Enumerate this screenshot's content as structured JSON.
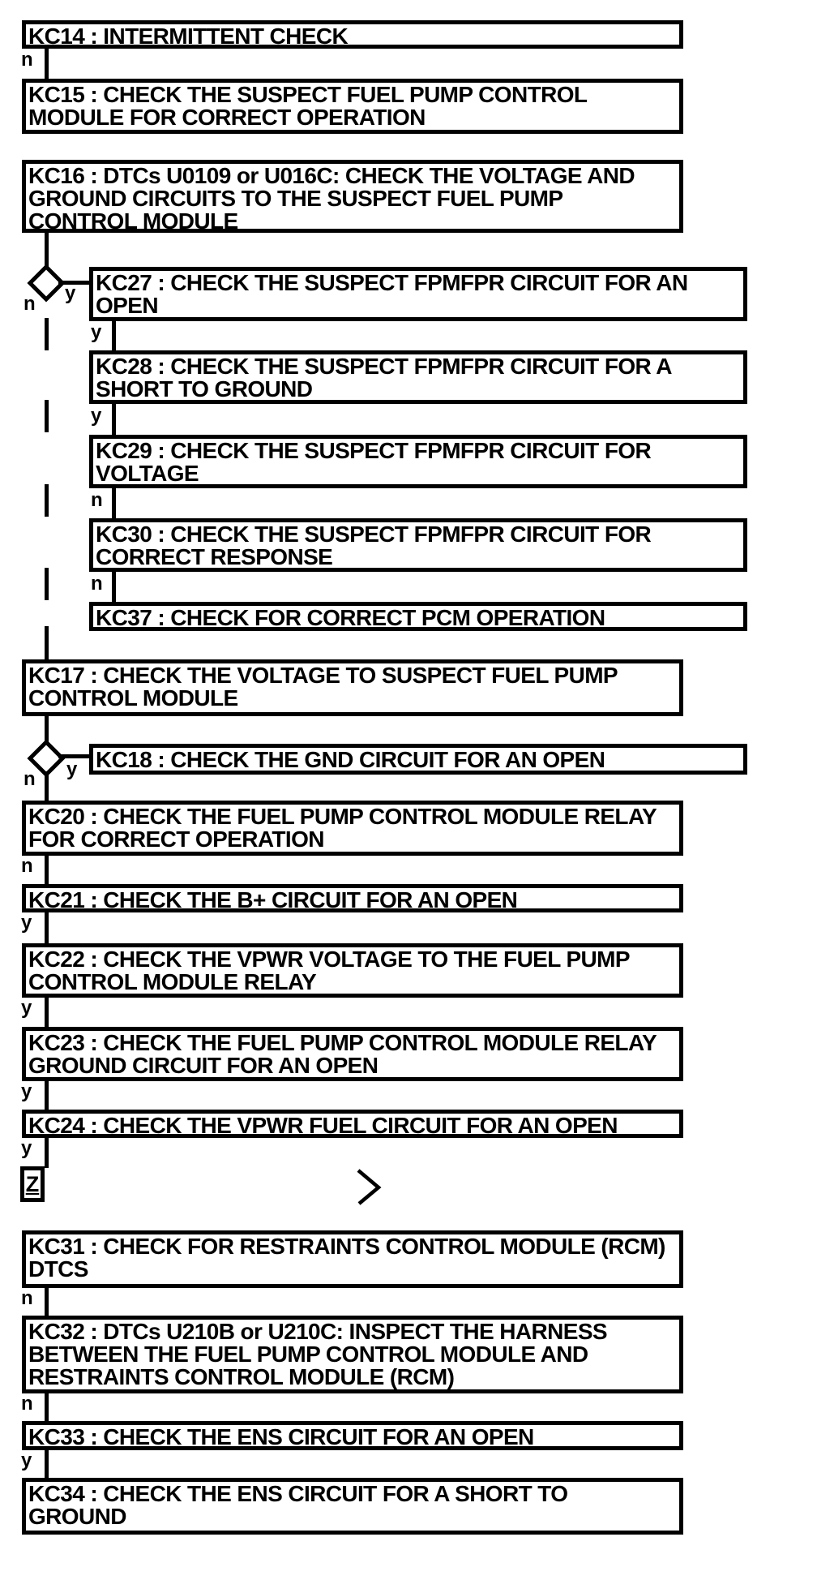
{
  "flowchart": {
    "colors": {
      "line": "#000000",
      "fill": "#ffffff",
      "text": "#000000"
    },
    "nodes": [
      {
        "id": "KC14",
        "text": "KC14 : INTERMITTENT CHECK"
      },
      {
        "id": "KC15",
        "text": "KC15 : CHECK THE SUSPECT FUEL PUMP CONTROL\nMODULE FOR CORRECT OPERATION"
      },
      {
        "id": "KC16",
        "text": "KC16 : DTCs U0109 or U016C: CHECK THE VOLTAGE AND\nGROUND CIRCUITS TO THE SUSPECT FUEL PUMP\nCONTROL MODULE"
      },
      {
        "id": "KC27",
        "text": "KC27 : CHECK THE SUSPECT FPMFPR CIRCUIT FOR AN\nOPEN"
      },
      {
        "id": "KC28",
        "text": "KC28 : CHECK THE SUSPECT FPMFPR CIRCUIT FOR A\nSHORT TO GROUND"
      },
      {
        "id": "KC29",
        "text": "KC29 : CHECK THE SUSPECT FPMFPR CIRCUIT FOR\nVOLTAGE"
      },
      {
        "id": "KC30",
        "text": "KC30 : CHECK THE SUSPECT FPMFPR CIRCUIT FOR\nCORRECT RESPONSE"
      },
      {
        "id": "KC37",
        "text": "KC37 : CHECK FOR CORRECT PCM OPERATION"
      },
      {
        "id": "KC17",
        "text": "KC17 : CHECK THE VOLTAGE TO SUSPECT FUEL PUMP\nCONTROL MODULE"
      },
      {
        "id": "KC18",
        "text": "KC18 : CHECK THE GND CIRCUIT FOR AN OPEN"
      },
      {
        "id": "KC20",
        "text": "KC20 : CHECK THE FUEL PUMP CONTROL MODULE RELAY\nFOR CORRECT OPERATION"
      },
      {
        "id": "KC21",
        "text": "KC21 : CHECK THE B+ CIRCUIT FOR AN OPEN"
      },
      {
        "id": "KC22",
        "text": "KC22 : CHECK THE VPWR VOLTAGE TO THE FUEL PUMP\nCONTROL MODULE RELAY"
      },
      {
        "id": "KC23",
        "text": "KC23 : CHECK THE FUEL PUMP CONTROL MODULE RELAY\nGROUND CIRCUIT FOR AN OPEN"
      },
      {
        "id": "KC24",
        "text": "KC24 : CHECK THE VPWR FUEL CIRCUIT FOR AN OPEN"
      },
      {
        "id": "KC31",
        "text": "KC31 : CHECK FOR RESTRAINTS CONTROL MODULE (RCM)\nDTCS"
      },
      {
        "id": "KC32",
        "text": "KC32 : DTCs U210B or U210C: INSPECT THE HARNESS\nBETWEEN THE FUEL PUMP CONTROL MODULE AND\nRESTRAINTS CONTROL MODULE (RCM)"
      },
      {
        "id": "KC33",
        "text": "KC33 : CHECK THE ENS CIRCUIT FOR AN OPEN"
      },
      {
        "id": "KC34",
        "text": "KC34 : CHECK THE ENS CIRCUIT FOR A SHORT TO\nGROUND"
      }
    ],
    "edge_labels": [
      "n",
      "n",
      "y",
      "y",
      "y",
      "n",
      "n",
      "n",
      "y",
      "n",
      "y",
      "y",
      "y",
      "y",
      "n",
      "n",
      "y"
    ],
    "z_connector": "Z",
    "icons": {
      "continuation_arrow": "chevron-right"
    }
  }
}
